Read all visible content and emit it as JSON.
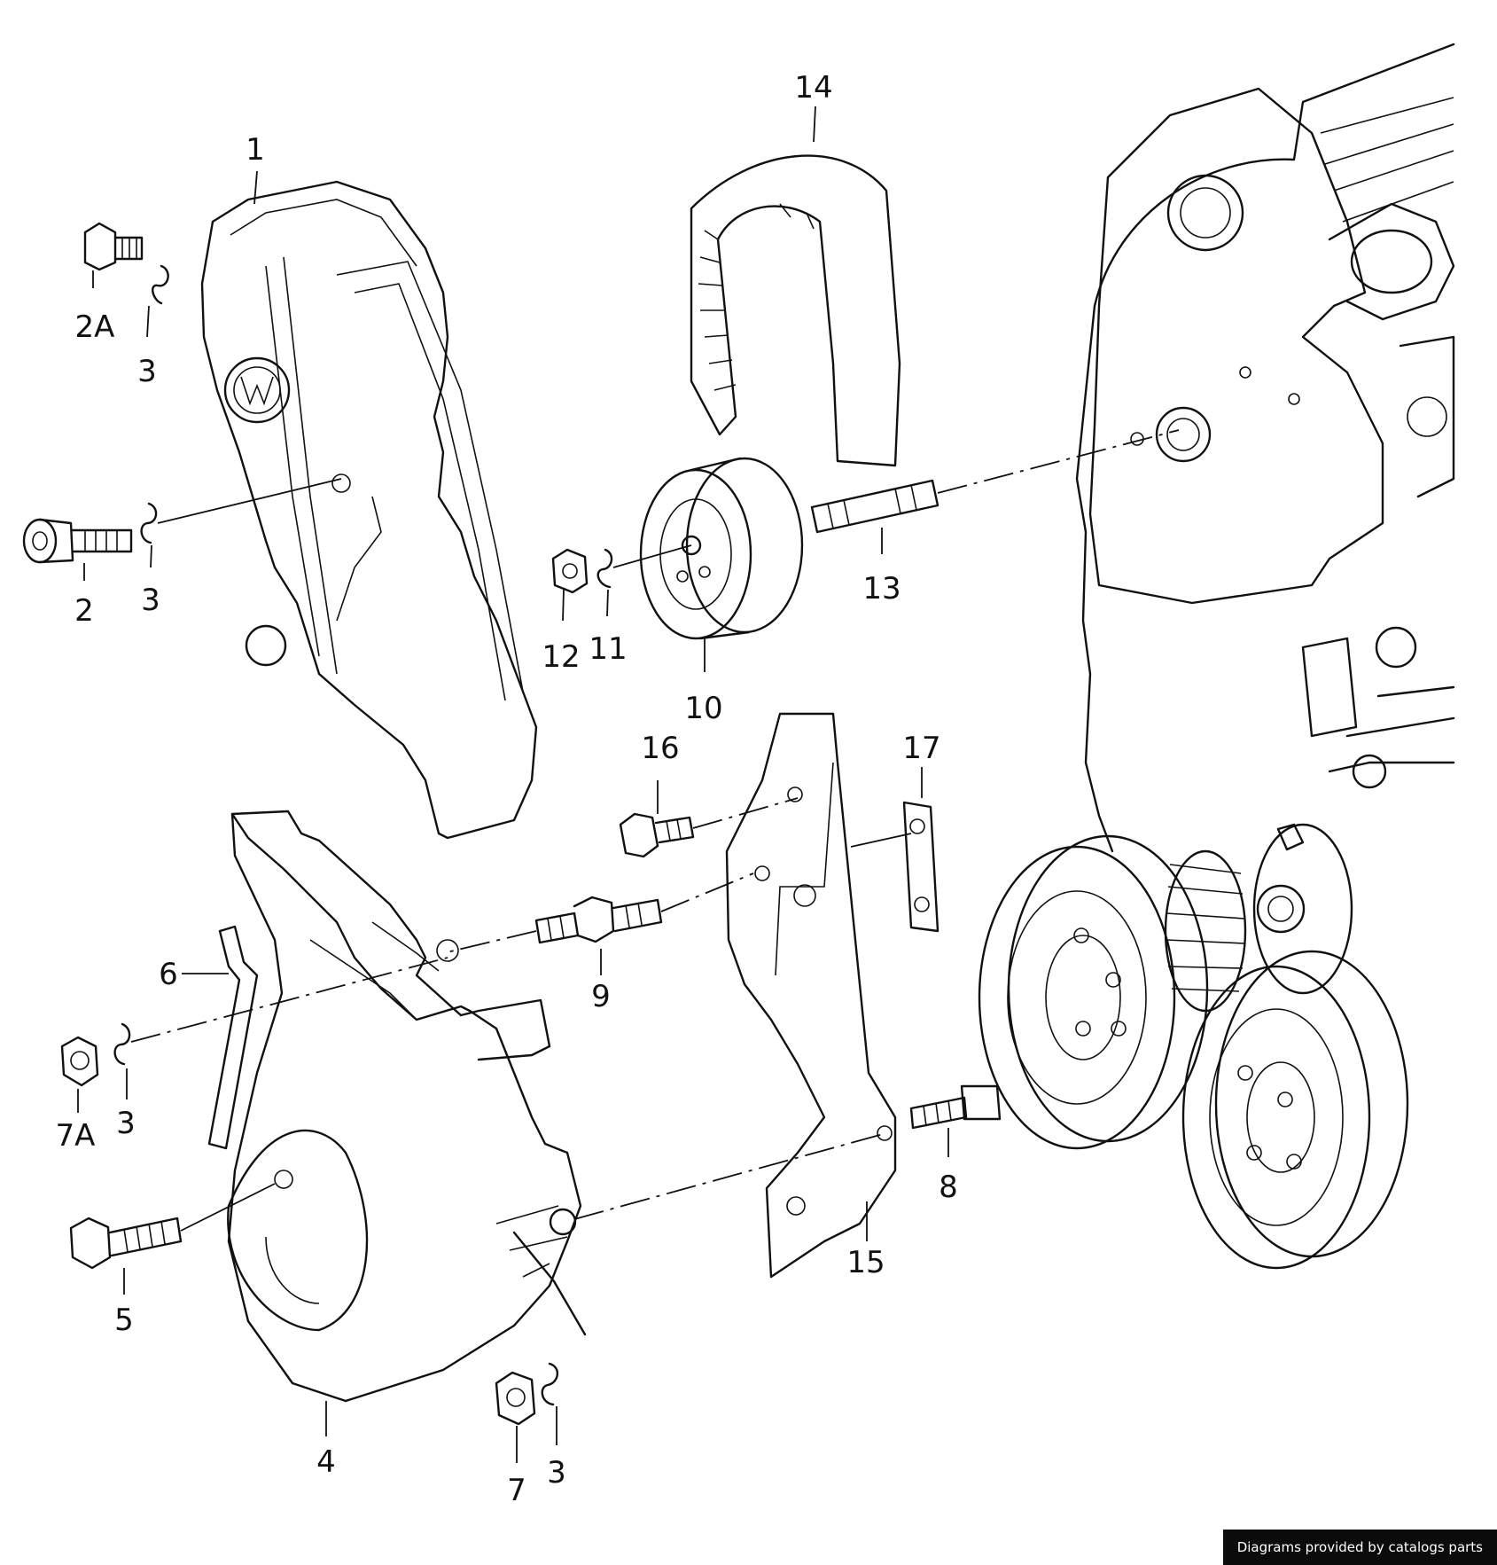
{
  "callouts": [
    "1",
    "2A",
    "3",
    "2",
    "3",
    "14",
    "12",
    "11",
    "10",
    "13",
    "16",
    "17",
    "6",
    "9",
    "7A",
    "3",
    "8",
    "5",
    "15",
    "4",
    "7",
    "3"
  ],
  "credit": "Diagrams provided by catalogs parts"
}
